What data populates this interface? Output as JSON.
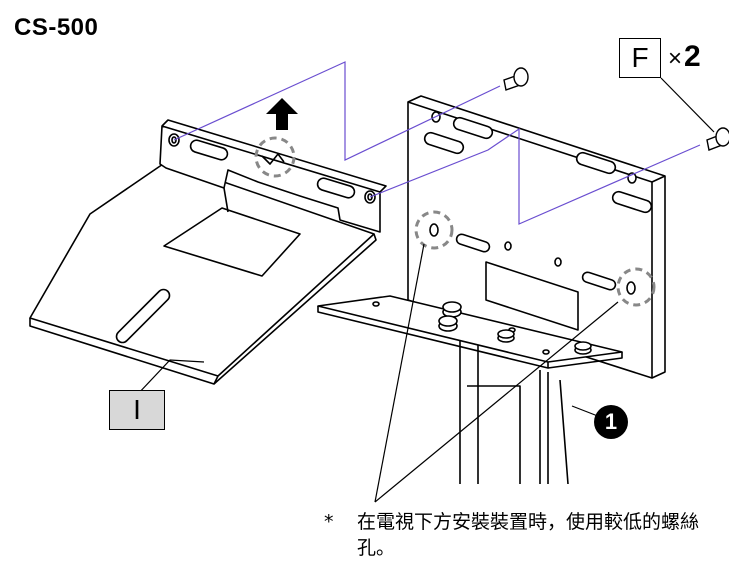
{
  "model_label": "CS-500",
  "part_f": {
    "letter": "F",
    "times": "×",
    "count": "2"
  },
  "part_i": {
    "letter": "I"
  },
  "callout_1": "1",
  "note": {
    "marker": "*",
    "text": "在電視下方安裝裝置時，使用較低的螺絲孔。"
  }
}
